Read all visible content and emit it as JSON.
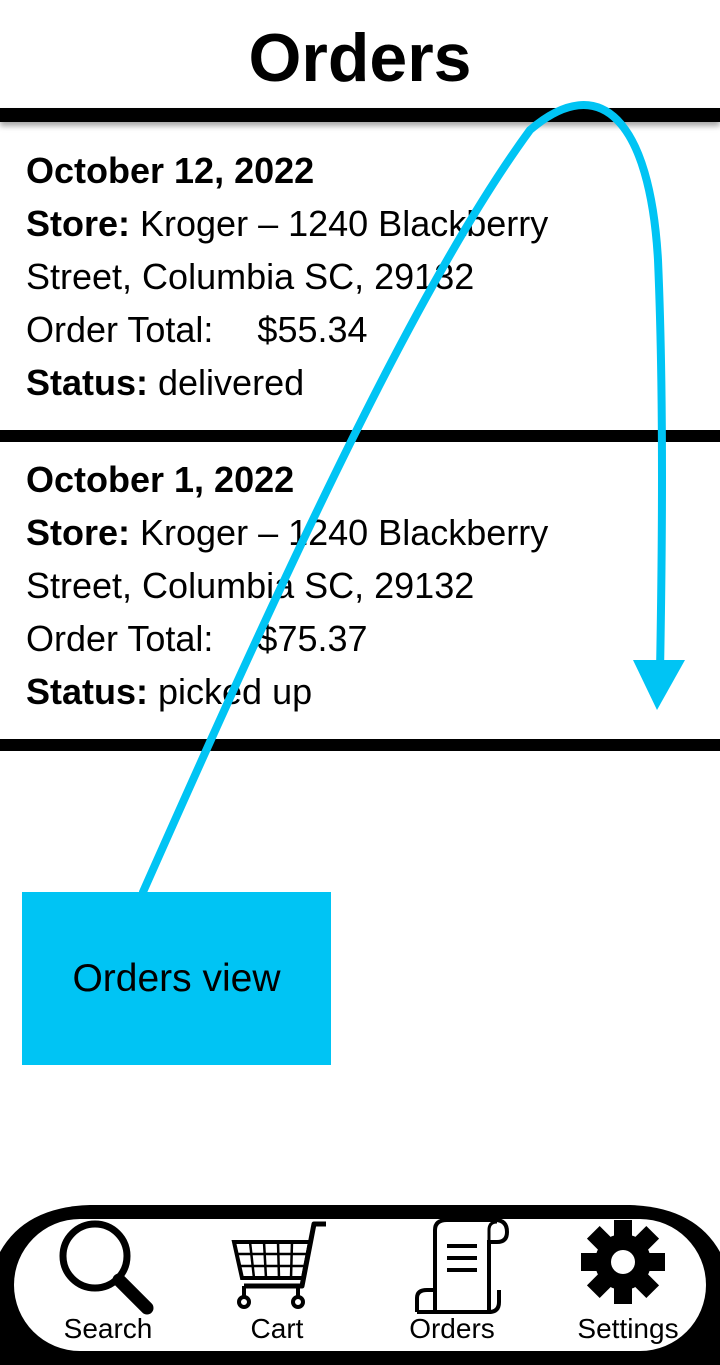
{
  "header": {
    "title": "Orders"
  },
  "orders": [
    {
      "date": "October 12, 2022",
      "store_label": "Store:",
      "store_line1": " Kroger – 1240 Blackberry",
      "store_line2": "Street, Columbia SC, 29132",
      "total_label": "Order Total:",
      "total_value": "$55.34",
      "status_label": "Status:",
      "status_value": " delivered"
    },
    {
      "date": "October 1, 2022",
      "store_label": "Store:",
      "store_line1": " Kroger – 1240 Blackberry",
      "store_line2": "Street, Columbia SC, 29132",
      "total_label": "Order Total:",
      "total_value": "$75.37",
      "status_label": "Status:",
      "status_value": " picked up"
    }
  ],
  "annotation": {
    "label": "Orders view",
    "color": "#00c4f4"
  },
  "tabbar": {
    "tabs": [
      {
        "label": "Search",
        "icon": "magnifier-icon"
      },
      {
        "label": "Cart",
        "icon": "shopping-cart-icon"
      },
      {
        "label": "Orders",
        "icon": "receipt-scroll-icon"
      },
      {
        "label": "Settings",
        "icon": "gear-icon"
      }
    ]
  }
}
